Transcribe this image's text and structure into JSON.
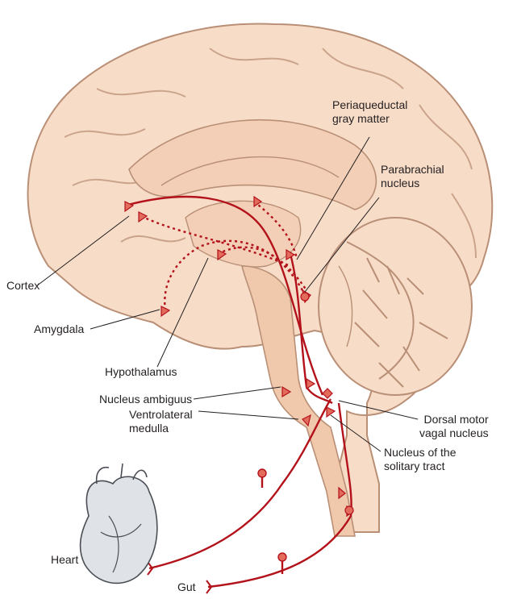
{
  "labels": {
    "periaqueductal": [
      "Periaqueductal",
      "gray matter"
    ],
    "parabrachial": [
      "Parabrachial",
      "nucleus"
    ],
    "cortex": "Cortex",
    "amygdala": "Amygdala",
    "hypothalamus": "Hypothalamus",
    "nucleus_ambiguus": "Nucleus ambiguus",
    "ventrolateral": [
      "Ventrolateral",
      "medulla"
    ],
    "dorsal_motor": [
      "Dorsal motor",
      "vagal nucleus"
    ],
    "solitary": [
      "Nucleus of the",
      "solitary tract"
    ],
    "heart": "Heart",
    "gut": "Gut"
  },
  "colors": {
    "tissue_fill": "#f7dcc8",
    "tissue_stroke": "#b98f76",
    "inner_fill": "#f2cfb6",
    "pathway": "#b3121b",
    "marker_fill": "#e36b5c",
    "heart_fill": "#dfe3e8",
    "text": "#231f20"
  },
  "icons": {
    "heart": "heart-organ-illustration",
    "brain": "brain-sagittal-section-illustration"
  }
}
